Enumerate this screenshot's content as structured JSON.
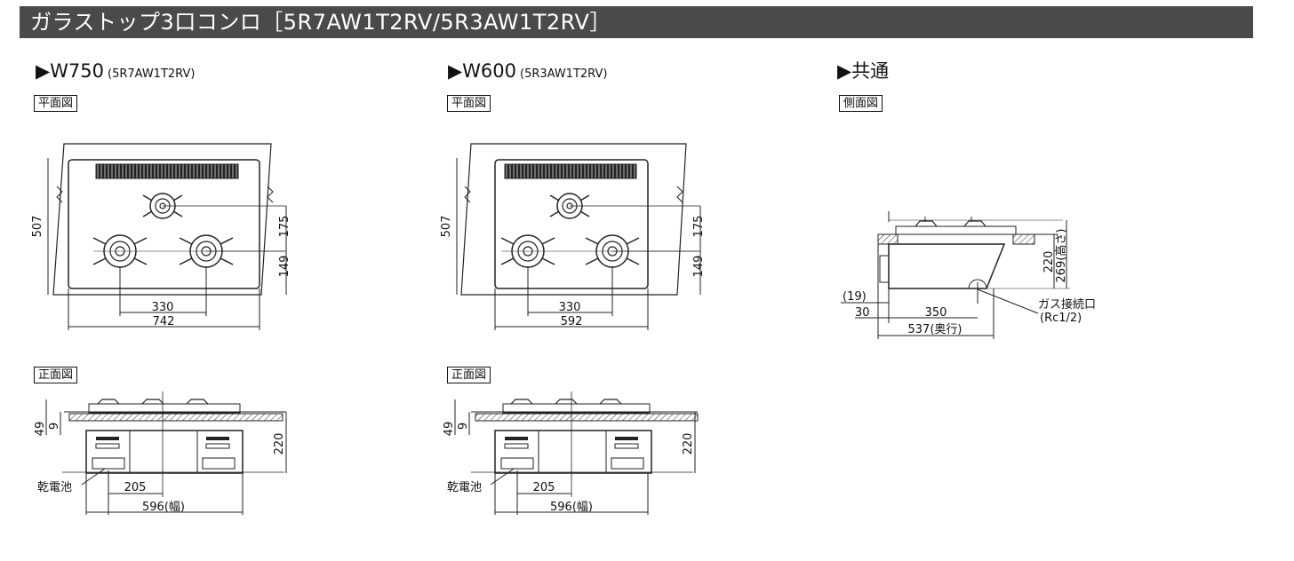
{
  "title": "ガラストップ3口コンロ［5R7AW1T2RV/5R3AW1T2RV］",
  "sections": {
    "w750": {
      "heading": "▶W750",
      "model": "(5R7AW1T2RV)",
      "plan_label": "平面図",
      "front_label": "正面図",
      "plan_dims": {
        "depth": "507",
        "rear_spacing": "175",
        "front_spacing": "149",
        "burner_span": "330",
        "width": "742"
      },
      "front_dims": {
        "h1": "49",
        "h2": "9",
        "height": "220",
        "battery": "乾電池",
        "battery_offset": "205",
        "body_width": "596(幅)"
      }
    },
    "w600": {
      "heading": "▶W600",
      "model": "(5R3AW1T2RV)",
      "plan_label": "平面図",
      "front_label": "正面図",
      "plan_dims": {
        "depth": "507",
        "rear_spacing": "175",
        "front_spacing": "149",
        "burner_span": "330",
        "width": "592"
      },
      "front_dims": {
        "h1": "49",
        "h2": "9",
        "height": "220",
        "battery": "乾電池",
        "battery_offset": "205",
        "body_width": "596(幅)"
      }
    },
    "common": {
      "heading": "▶共通",
      "side_label": "側面図",
      "side_dims": {
        "height_body": "220",
        "height_total": "269(高さ)",
        "offset_19": "(19)",
        "offset_30": "30",
        "gas_offset": "350",
        "depth": "537(奥行)",
        "gas_label_1": "ガス接続口",
        "gas_label_2": "(Rc1/2)"
      }
    }
  }
}
